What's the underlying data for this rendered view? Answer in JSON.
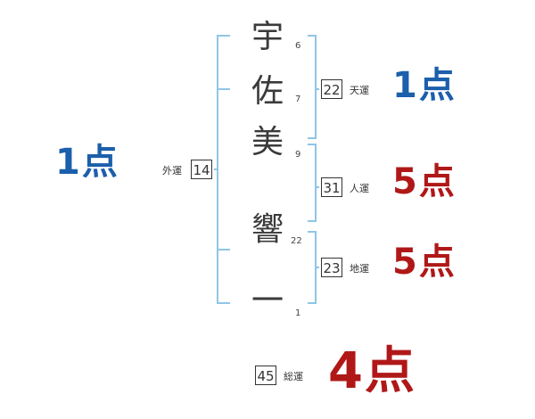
{
  "name_chars": [
    {
      "char": "宇",
      "strokes": "6"
    },
    {
      "char": "佐",
      "strokes": "7"
    },
    {
      "char": "美",
      "strokes": "9"
    },
    {
      "char": "響",
      "strokes": "22"
    },
    {
      "char": "一",
      "strokes": "1"
    }
  ],
  "gaikaku": {
    "label": "外運",
    "value": "14",
    "score": "1点"
  },
  "tenkaku": {
    "label": "天運",
    "value": "22",
    "score": "1点"
  },
  "jinkaku": {
    "label": "人運",
    "value": "31",
    "score": "5点"
  },
  "chikaku": {
    "label": "地運",
    "value": "23",
    "score": "5点"
  },
  "soukaku": {
    "label": "総運",
    "value": "45",
    "score": "4点"
  },
  "colors": {
    "bracket": "#8ec6e6",
    "score_blue": "#1c5fab",
    "score_red": "#b01818",
    "box_border": "#333333"
  }
}
